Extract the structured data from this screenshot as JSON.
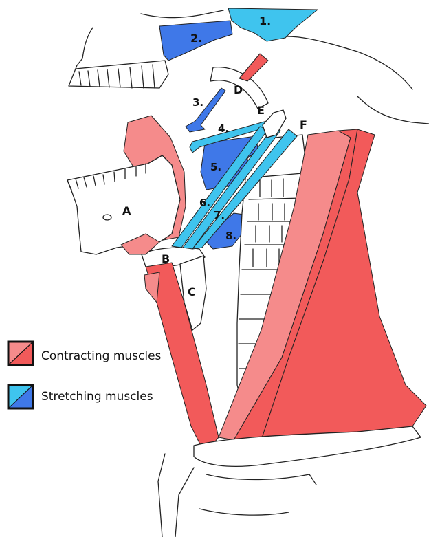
{
  "colors": {
    "contract_dark": "#f25a5a",
    "contract_light": "#f58b8b",
    "stretch_dark": "#3f78e8",
    "stretch_light": "#3fc4ee",
    "outline": "#222222"
  },
  "muscle_labels": [
    "1.",
    "2.",
    "3.",
    "4.",
    "5.",
    "6.",
    "7.",
    "8."
  ],
  "structure_labels": [
    "A",
    "B",
    "C",
    "D",
    "E",
    "F"
  ],
  "legend": {
    "contracting": "Contracting muscles",
    "stretching": "Stretching muscles"
  }
}
